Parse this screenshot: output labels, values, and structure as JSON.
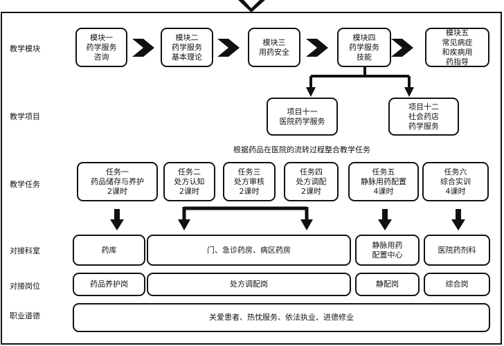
{
  "rows": {
    "modules": "教学模块",
    "projects": "教学项目",
    "tasks": "教学任务",
    "departments": "对接科室",
    "positions": "对接岗位",
    "ethics": "职业道德"
  },
  "modules": [
    "模块一\n药学服务\n咨询",
    "模块二\n药学服务\n基本理论",
    "模块三\n用药安全",
    "模块四\n药学服务\n技能",
    "模块五\n常见病症\n和疾病用\n药指导"
  ],
  "projects": [
    "项目十一\n医院药学服务",
    "项目十二\n社会药店\n药学服务"
  ],
  "tasks_note": "根据药品在医院的流转过程整合教学任务",
  "tasks": [
    "任务一\n药品储存与养护\n2课时",
    "任务二\n处方认知\n2课时",
    "任务三\n处方审核\n2课时",
    "任务四\n处方调配\n2课时",
    "任务五\n静脉用药配置\n4课时",
    "任务六\n综合实训\n4课时"
  ],
  "departments": [
    "药库",
    "门、急诊药房、病区药房",
    "静脉用药\n配置中心",
    "医院药剂科"
  ],
  "positions": [
    "药品养护岗",
    "处方调配岗",
    "静配岗",
    "综合岗"
  ],
  "ethics": "关爱患者、热忱服务、依法执业、进德修业"
}
